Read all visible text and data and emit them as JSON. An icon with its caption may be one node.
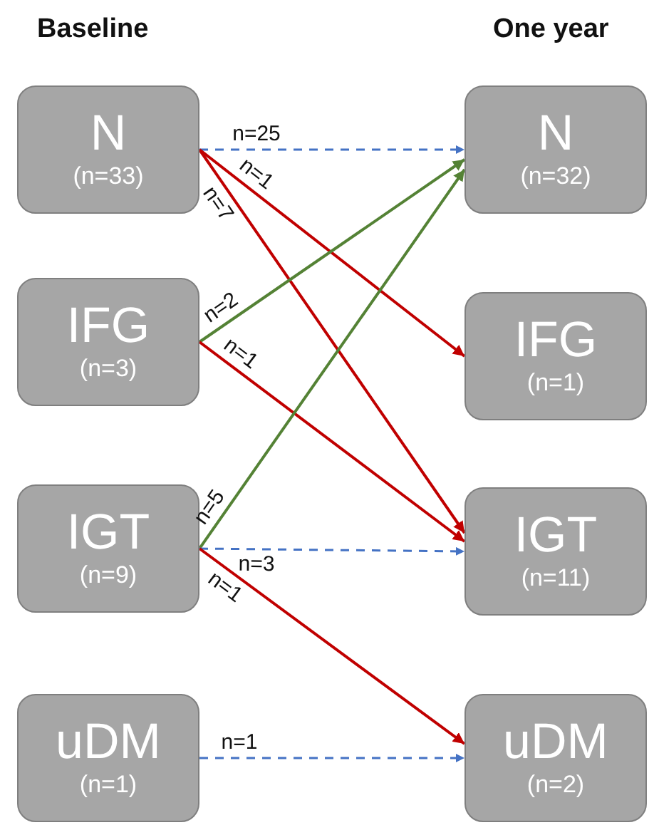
{
  "diagram": {
    "nodes": [
      {
        "text": [
          "N",
          "(n=33)"
        ]
      },
      {
        "text": [
          "N",
          "(n=32)"
        ]
      },
      {
        "text": [
          "IFG",
          "(n=3)"
        ]
      },
      {
        "text": [
          "IFG",
          "(n=1)"
        ]
      },
      {
        "text": [
          "IGT",
          "(n=9)"
        ]
      },
      {
        "text": [
          "IGT",
          "(n=11)"
        ]
      },
      {
        "text": [
          "uDM",
          "(n=1)"
        ]
      },
      {
        "text": [
          "uDM",
          "(n=2)"
        ]
      }
    ],
    "edges": [
      {
        "from": 0,
        "to": 1,
        "arrow": "to",
        "label": "n=25",
        "style": "dashed",
        "color": "#4472c4"
      },
      {
        "from": 0,
        "to": 3,
        "arrow": "to",
        "label": "n=1"
      },
      {
        "from": 0,
        "to": 5,
        "arrow": "to",
        "label": "n=7"
      },
      {
        "from": 2,
        "to": 1,
        "arrow": "to",
        "label": "n=2",
        "color": "#548235"
      },
      {
        "from": 2,
        "to": 5,
        "arrow": "to",
        "label": "n=1"
      },
      {
        "from": 4,
        "to": 1,
        "arrow": "to",
        "label": "n=5",
        "color": "#548235"
      },
      {
        "from": 4,
        "to": 5,
        "arrow": "to",
        "label": "n=3",
        "style": "dashed",
        "color": "#4472c4"
      },
      {
        "from": 4,
        "to": 7,
        "arrow": "to",
        "label": "n=1"
      },
      {
        "from": 6,
        "to": 7,
        "arrow": "to",
        "label": "n=1",
        "style": "dashed",
        "color": "#4472c4"
      }
    ],
    "labels": [
      "Baseline",
      "One year"
    ]
  }
}
